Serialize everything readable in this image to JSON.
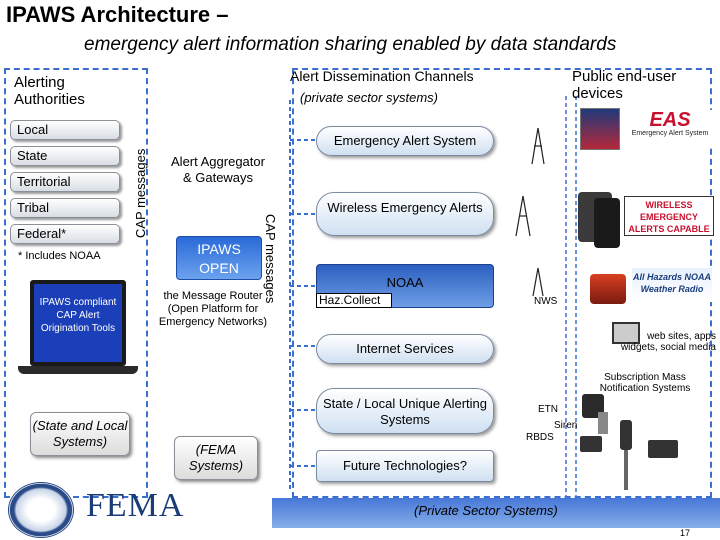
{
  "header": {
    "title": "IPAWS Architecture –",
    "subtitle": "emergency alert information sharing enabled by data standards"
  },
  "left": {
    "heading": "Alerting\nAuthorities",
    "authorities": [
      "Local",
      "State",
      "Territorial",
      "Tribal",
      "Federal*"
    ],
    "cap_label": "CAP messages",
    "footnote": "* Includes NOAA",
    "laptop_text": "IPAWS compliant CAP Alert Origination Tools",
    "systems_label": "(State and Local Systems)"
  },
  "center": {
    "aggregator": "Alert Aggregator & Gateways",
    "open_title": "IPAWS\nOPEN",
    "router_text": "the Message Router (Open Platform for Emergency Networks)",
    "fema_systems": "(FEMA Systems)",
    "cap_label": "CAP messages"
  },
  "right": {
    "heading": "Alert Dissemination Channels",
    "subheading": "(private sector systems)",
    "devices_heading": "Public end-user devices",
    "channels": [
      "Emergency Alert System",
      "Wireless Emergency Alerts",
      "NOAA",
      "Internet Services",
      "State / Local Unique Alerting Systems",
      "Future Technologies?"
    ],
    "hazcollect": "Haz.Collect",
    "nws": "NWS",
    "web_label": "web sites, apps widgets, social media",
    "subscription_label": "Subscription Mass Notification Systems",
    "etn": "ETN",
    "siren": "Siren",
    "rbds": "RBDS",
    "eas_logo": "EAS",
    "eas_logo_sub": "Emergency Alert System",
    "wea_logo": "WIRELESS EMERGENCY ALERTS CAPABLE",
    "noaa_logo": "All Hazards NOAA Weather Radio"
  },
  "footer": {
    "private_sector": "(Private Sector Systems)",
    "fema": "FEMA",
    "page": "17"
  },
  "colors": {
    "dashed_border": "#3a6fd0",
    "footer_bar": "#4878d8",
    "noaa_box": "#2c5fc0"
  }
}
